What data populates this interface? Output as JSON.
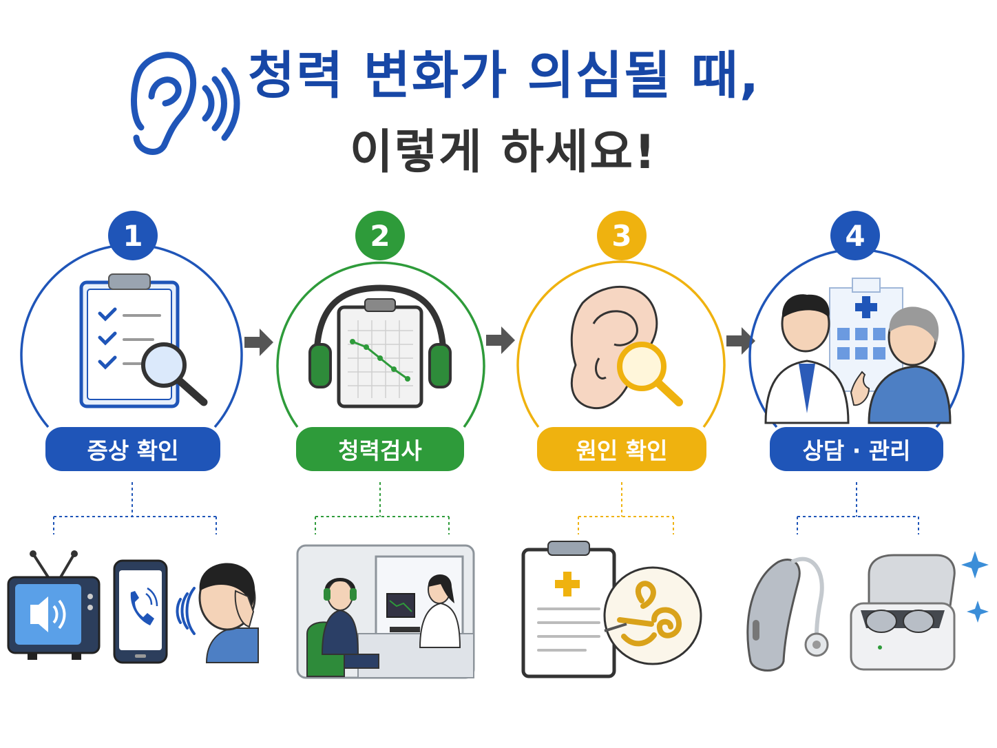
{
  "title": {
    "line1": "청력 변화가 의심될 때,",
    "line2": "이렇게 하세요!"
  },
  "colors": {
    "blue": "#1f55b8",
    "dark_blue": "#1747a6",
    "green": "#2e9b3a",
    "yellow": "#efb20f",
    "text_dark": "#333333"
  },
  "steps": [
    {
      "number": "1",
      "label": "증상 확인",
      "color": "#1f55b8",
      "icon": "clipboard-magnifier-icon",
      "detail_icons": [
        "tv-speaker-icon",
        "phone-call-icon",
        "person-listening-icon"
      ]
    },
    {
      "number": "2",
      "label": "청력검사",
      "color": "#2e9b3a",
      "icon": "headphones-audiogram-icon",
      "detail_icons": [
        "hearing-test-booth-illustration"
      ]
    },
    {
      "number": "3",
      "label": "원인 확인",
      "color": "#efb20f",
      "icon": "ear-magnifier-icon",
      "detail_icons": [
        "medical-chart-icon",
        "inner-ear-icon"
      ]
    },
    {
      "number": "4",
      "label": "상담 · 관리",
      "color": "#1f55b8",
      "icon": "doctor-patient-hospital-icon",
      "detail_icons": [
        "hearing-aid-icon",
        "hearing-aid-case-icon"
      ]
    }
  ]
}
